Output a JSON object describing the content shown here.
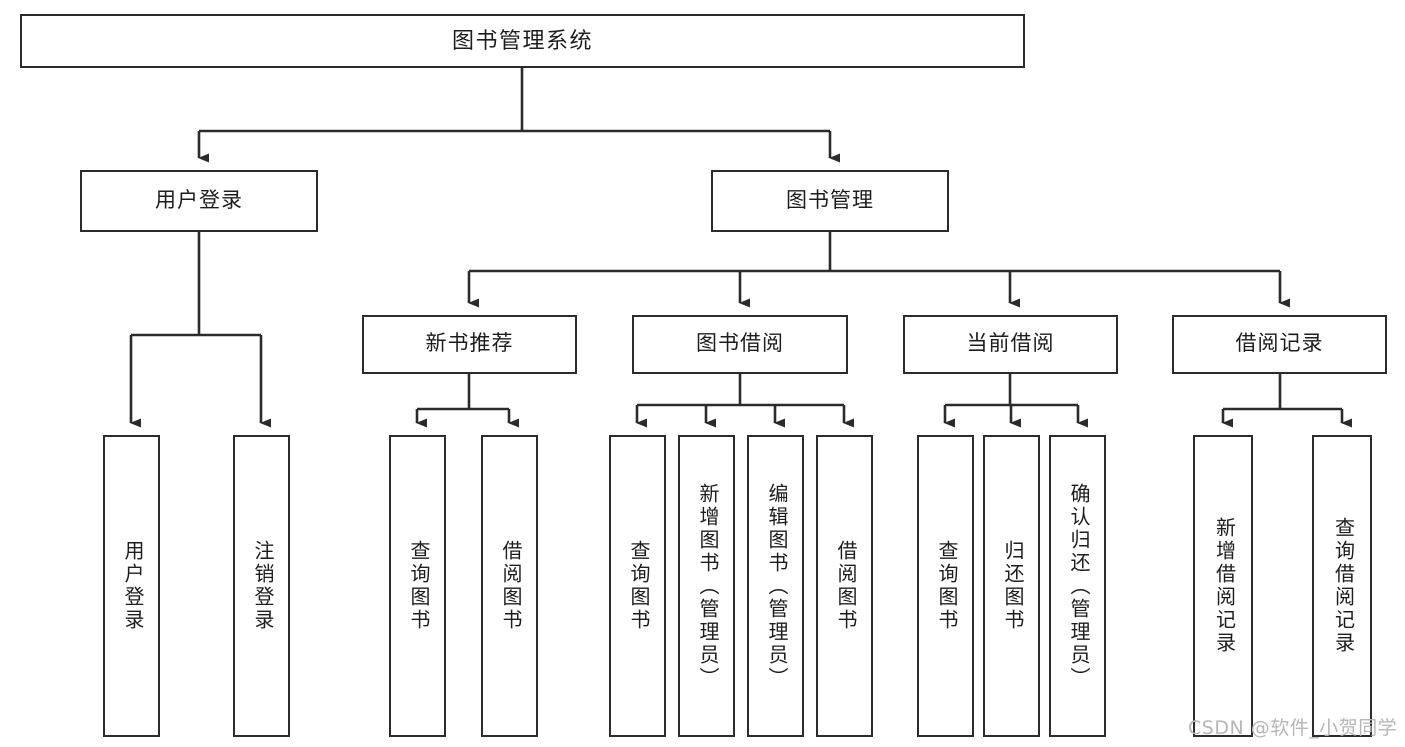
{
  "diagram": {
    "title": "图书管理系统",
    "type": "tree",
    "line_color": "#2b2b2b",
    "box_fill": "#ffffff",
    "text_color": "#1d1d1d",
    "watermark": "CSDN @软件_小贺同学",
    "watermark_color": "#b6b6b6",
    "levels": 4
  },
  "nodes": {
    "root": {
      "label": "图书管理系统"
    },
    "level2": [
      {
        "id": "user-login",
        "label": "用户登录"
      },
      {
        "id": "book-manage",
        "label": "图书管理"
      }
    ],
    "level3": [
      {
        "id": "new-book-recommend",
        "label": "新书推荐"
      },
      {
        "id": "book-borrow",
        "label": "图书借阅"
      },
      {
        "id": "current-borrow",
        "label": "当前借阅"
      },
      {
        "id": "borrow-record",
        "label": "借阅记录"
      }
    ],
    "leaves": {
      "user_login": [
        {
          "id": "leaf-user-login",
          "label": "用户登录"
        },
        {
          "id": "leaf-logout-login",
          "label": "注销登录"
        }
      ],
      "new_book_recommend": [
        {
          "id": "leaf-query-book-1",
          "label": "查询图书"
        },
        {
          "id": "leaf-borrow-book-1",
          "label": "借阅图书"
        }
      ],
      "book_borrow": [
        {
          "id": "leaf-query-book-2",
          "label": "查询图书"
        },
        {
          "id": "leaf-add-book",
          "label": "新增图书（管理员）"
        },
        {
          "id": "leaf-edit-book",
          "label": "编辑图书（管理员）"
        },
        {
          "id": "leaf-borrow-book-2",
          "label": "借阅图书"
        }
      ],
      "current_borrow": [
        {
          "id": "leaf-query-book-3",
          "label": "查询图书"
        },
        {
          "id": "leaf-return-book",
          "label": "归还图书"
        },
        {
          "id": "leaf-confirm-return",
          "label": "确认归还（管理员）"
        }
      ],
      "borrow_record": [
        {
          "id": "leaf-add-record",
          "label": "新增借阅记录"
        },
        {
          "id": "leaf-query-record",
          "label": "查询借阅记录"
        }
      ]
    }
  }
}
